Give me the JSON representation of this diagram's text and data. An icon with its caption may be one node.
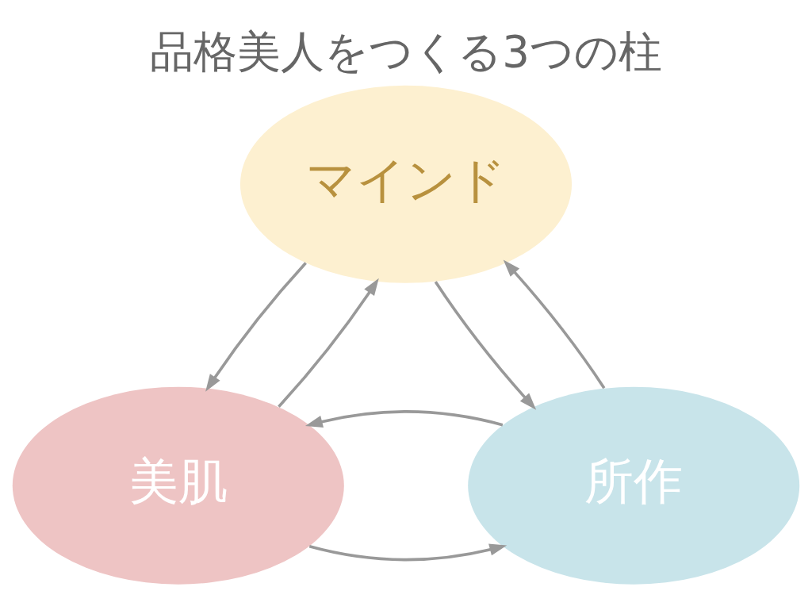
{
  "diagram": {
    "title": "品格美人をつくる3つの柱",
    "nodes": [
      {
        "text": [
          "マインド"
        ]
      },
      {
        "text": [
          "美肌"
        ]
      },
      {
        "text": [
          "所作"
        ]
      }
    ],
    "edges": [
      {
        "from": 0,
        "to": 1,
        "arrow": "to"
      },
      {
        "from": 1,
        "to": 0,
        "arrow": "to"
      },
      {
        "from": 2,
        "to": 0,
        "arrow": "to"
      },
      {
        "from": 0,
        "to": 2,
        "arrow": "to"
      },
      {
        "from": 1,
        "to": 2,
        "arrow": "to"
      },
      {
        "from": 2,
        "to": 1,
        "arrow": "to"
      }
    ]
  }
}
